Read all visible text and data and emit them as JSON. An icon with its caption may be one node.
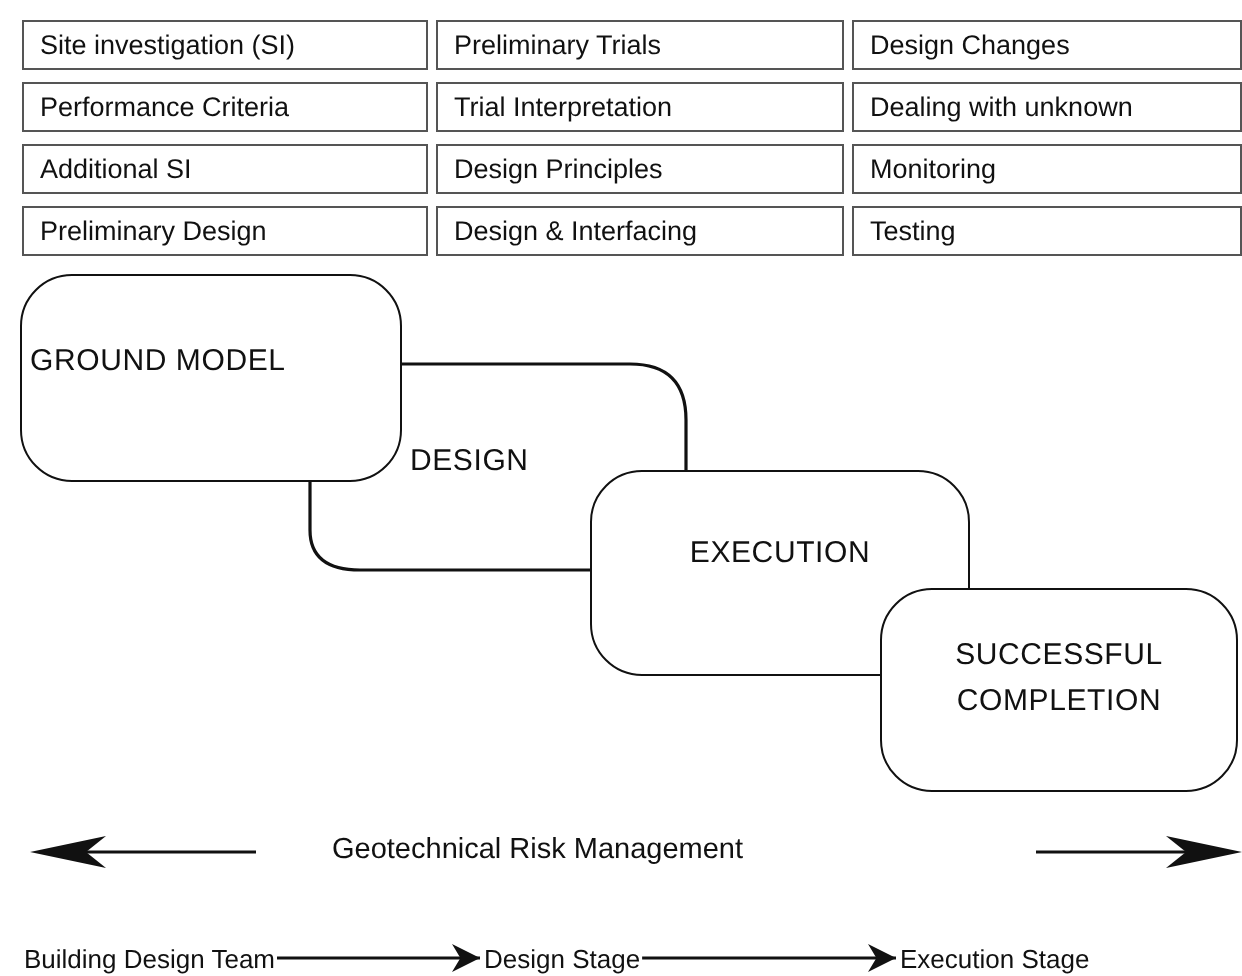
{
  "diagram": {
    "nodes": [
      {
        "text": [
          "Site investigation (SI)"
        ]
      },
      {
        "text": [
          "Preliminary Trials"
        ]
      },
      {
        "text": [
          "Design Changes"
        ]
      },
      {
        "text": [
          "Performance Criteria"
        ]
      },
      {
        "text": [
          "Trial Interpretation"
        ]
      },
      {
        "text": [
          "Dealing with unknown"
        ]
      },
      {
        "text": [
          "Additional SI"
        ]
      },
      {
        "text": [
          "Design Principles"
        ]
      },
      {
        "text": [
          "Monitoring"
        ]
      },
      {
        "text": [
          "Preliminary Design"
        ]
      },
      {
        "text": [
          "Design & Interfacing"
        ]
      },
      {
        "text": [
          "Testing"
        ]
      },
      {
        "text": [
          "GROUND MODEL"
        ]
      },
      {
        "text": [
          "DESIGN"
        ]
      },
      {
        "text": [
          "EXECUTION"
        ]
      },
      {
        "text": [
          "SUCCESSFUL COMPLETION"
        ]
      },
      {
        "text": [
          "Building Design Team"
        ]
      },
      {
        "text": [
          "Design Stage"
        ]
      },
      {
        "text": [
          "Execution Stage"
        ]
      }
    ],
    "edges": [
      {
        "from": 16,
        "to": 17,
        "arrow": "to"
      },
      {
        "from": 17,
        "to": 18,
        "arrow": "to"
      }
    ],
    "labels": [
      "Geotechnical Risk Management"
    ]
  }
}
